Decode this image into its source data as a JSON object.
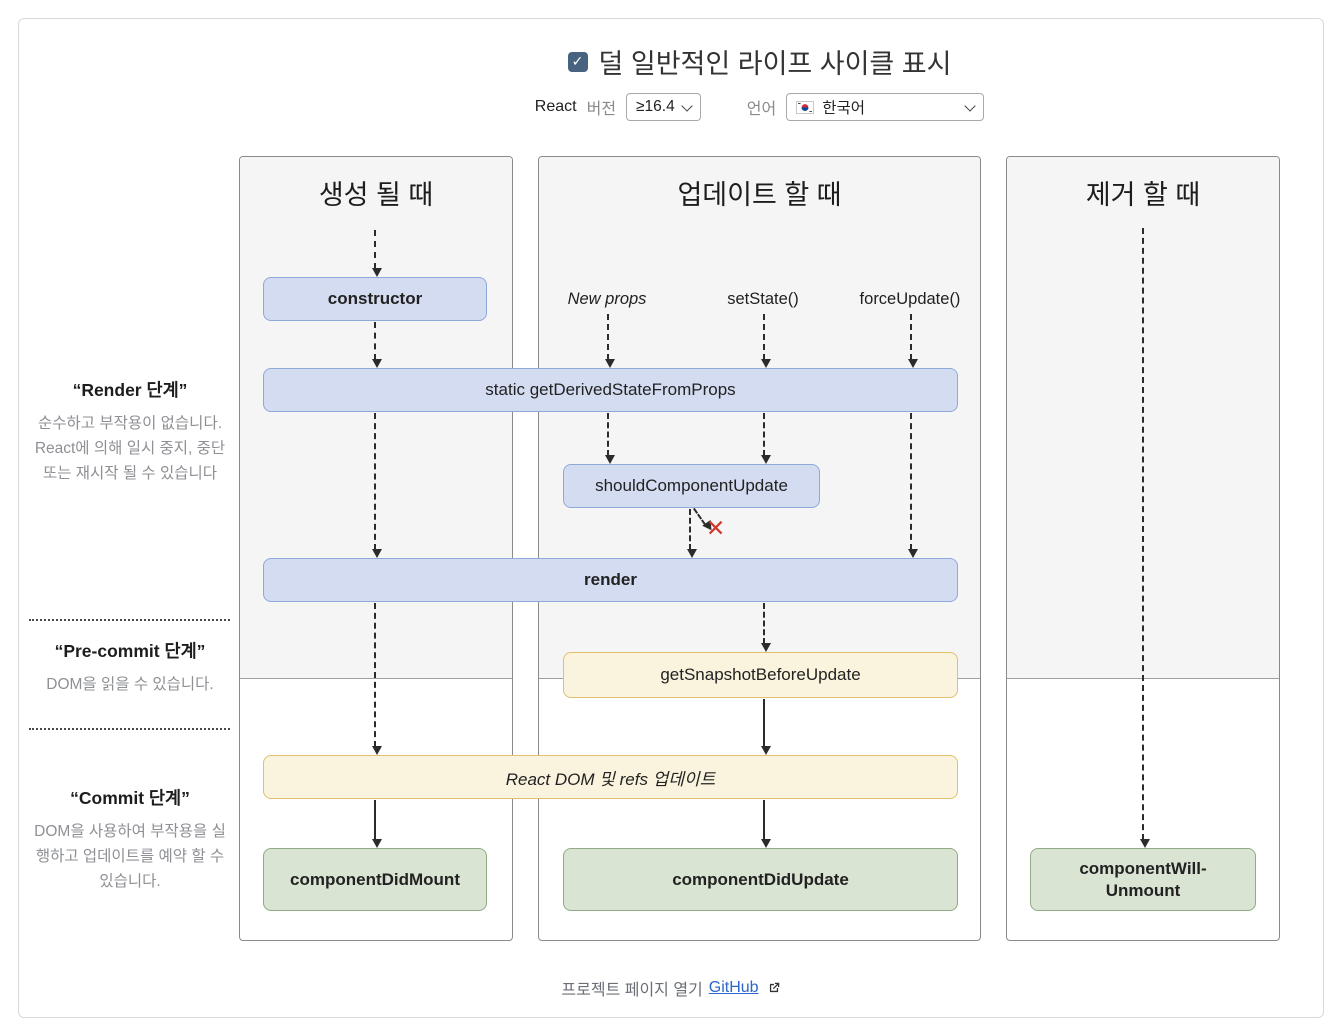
{
  "header": {
    "toggle_label": "덜 일반적인 라이프 사이클 표시",
    "toggle_checked": true,
    "react_label": "React",
    "version_label": "버전",
    "version_value": "≥16.4",
    "language_label": "언어",
    "language_value": "한국어"
  },
  "columns": [
    {
      "title": "생성 될 때"
    },
    {
      "title": "업데이트 할 때"
    },
    {
      "title": "제거 할 때"
    }
  ],
  "sidebar": {
    "sections": [
      {
        "title": "“Render 단계”",
        "body": "순수하고 부작용이 없습니다. React에 의해 일시 중지, 중단 또는 재시작 될 수 있습니다"
      },
      {
        "title": "“Pre-commit 단계”",
        "body": "DOM을 읽을 수 있습니다."
      },
      {
        "title": "“Commit 단계”",
        "body": "DOM을 사용하여 부작용을 실행하고 업데이트를 예약 할 수 있습니다."
      }
    ]
  },
  "triggers": [
    "New props",
    "setState()",
    "forceUpdate()"
  ],
  "boxes": {
    "constructor": "constructor",
    "get_derived_state_from_props": "static getDerivedStateFromProps",
    "should_component_update": "shouldComponentUpdate",
    "render": "render",
    "get_snapshot_before_update": "getSnapshotBeforeUpdate",
    "react_dom_update": "React DOM 및 refs 업데이트",
    "component_did_mount": "componentDidMount",
    "component_did_update": "componentDidUpdate",
    "component_will_unmount": "componentWill-\nUnmount"
  },
  "icons": {
    "checkbox_check": "✓",
    "skip_x": "✕"
  },
  "footer": {
    "text": "프로젝트 페이지 열기",
    "link_label": "GitHub"
  },
  "colors": {
    "checkbox": "#47637f",
    "box_blue_fill": "#d4dcf1",
    "box_blue_border": "#8ea8d8",
    "box_yellow_fill": "#faf3dd",
    "box_yellow_border": "#e2bf6e",
    "box_green_fill": "#d9e4d3",
    "box_green_border": "#91aa87",
    "phase_gray": "#f5f5f5",
    "panel_border": "#8a8a8a",
    "link": "#2c66c9",
    "skip_x": "#cf3a2e",
    "arrow": "#2b2b2b"
  }
}
